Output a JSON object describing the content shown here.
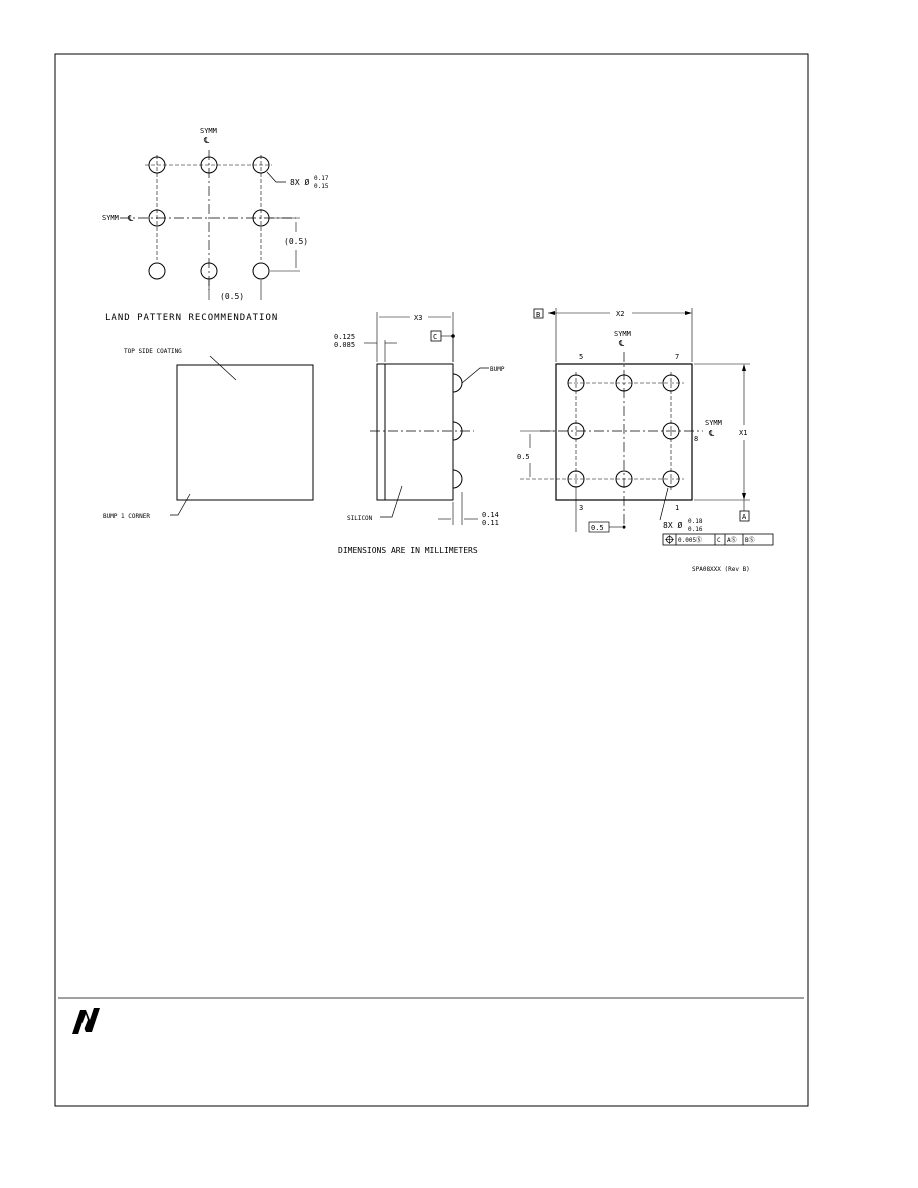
{
  "land_pattern": {
    "title": "LAND PATTERN RECOMMENDATION",
    "symm_top": "SYMM",
    "symm_left": "SYMM",
    "centerline": "℄",
    "pad_callout_count": "8X Ø",
    "pad_dia_upper": "0.17",
    "pad_dia_lower": "0.15",
    "pitch_vertical": "(0.5)",
    "pitch_horizontal": "(0.5)"
  },
  "top_view": {
    "coating_label": "TOP SIDE COATING",
    "corner_label": "BUMP 1 CORNER"
  },
  "side_view": {
    "dim_x3": "X3",
    "coating_upper": "0.125",
    "coating_lower": "0.085",
    "datum_c": "C",
    "bump_label": "BUMP",
    "silicon_label": "SILICON",
    "bump_h_upper": "0.14",
    "bump_h_lower": "0.11",
    "units_note": "DIMENSIONS ARE IN MILLIMETERS"
  },
  "bottom_view": {
    "datum_b": "B",
    "dim_x2": "X2",
    "symm_top": "SYMM",
    "symm_right": "SYMM",
    "dim_x1": "X1",
    "datum_a": "A",
    "pin_5": "5",
    "pin_7": "7",
    "pin_8": "8",
    "pin_3": "3",
    "pin_1": "1",
    "pitch_vertical": "0.5",
    "pitch_horizontal": "0.5",
    "ball_callout_count": "8X Ø",
    "ball_dia_upper": "0.18",
    "ball_dia_lower": "0.16",
    "fcf_tolerance": "0.005Ⓢ",
    "fcf_ref_c": "C",
    "fcf_ref_a": "AⓈ",
    "fcf_ref_b": "BⓈ",
    "drawing_number": "SPA08XXX (Rev B)"
  },
  "footer": {
    "logo": "National Semiconductor logo"
  }
}
